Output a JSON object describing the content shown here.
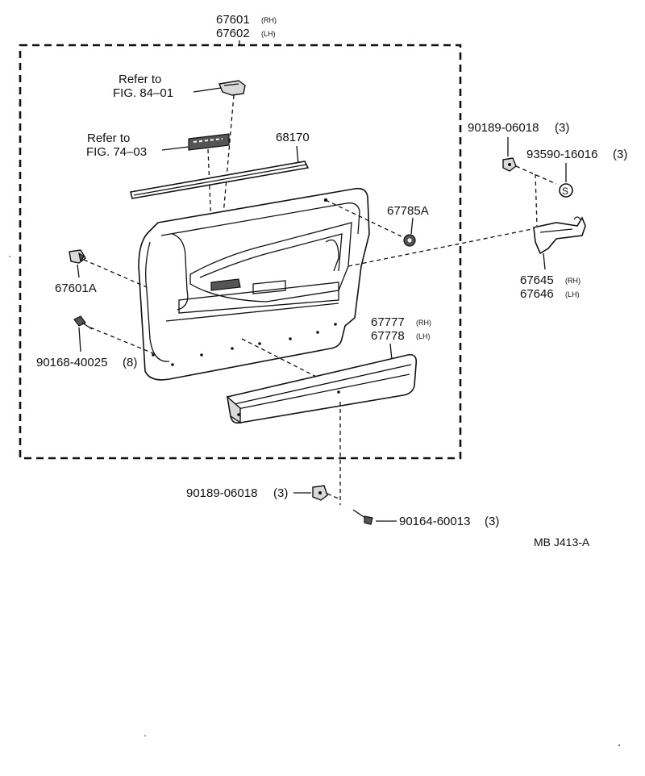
{
  "diagram": {
    "door_trim_board": {
      "part_rh": "67601",
      "rh_tag": "(RH)",
      "part_lh": "67602",
      "lh_tag": "(LH)"
    },
    "handle_ref": {
      "line1": "Refer to",
      "line2": "FIG. 84–01"
    },
    "switch_ref": {
      "line1": "Refer to",
      "line2": "FIG. 74–03"
    },
    "weatherstrip": {
      "part": "68170"
    },
    "fastener_nut": {
      "part": "67785A"
    },
    "clip": {
      "part": "67601A"
    },
    "screw_left": {
      "part": "90168-40025",
      "qty": "(8)"
    },
    "armrest": {
      "part_rh": "67777",
      "rh_tag": "(RH)",
      "part_lh": "67778",
      "lh_tag": "(LH)"
    },
    "bracket": {
      "part_rh": "67645",
      "rh_tag": "(RH)",
      "part_lh": "67646",
      "lh_tag": "(LH)"
    },
    "nut_right": {
      "part": "90189-06018",
      "qty": "(3)"
    },
    "screw_right": {
      "part": "93590-16016",
      "qty": "(3)"
    },
    "nut_bottom": {
      "part": "90189-06018",
      "qty": "(3)"
    },
    "screw_bottom": {
      "part": "90164-60013",
      "qty": "(3)"
    },
    "drawing_code": "MB J413-A",
    "icons": {
      "s_mark": "S"
    }
  }
}
